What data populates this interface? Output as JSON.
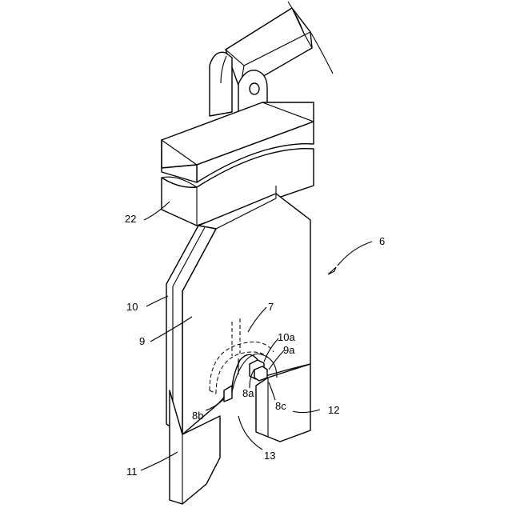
{
  "labels": {
    "l6": "6",
    "l7": "7",
    "l8a": "8a",
    "l8b": "8b",
    "l8c": "8c",
    "l9": "9",
    "l9a": "9a",
    "l10": "10",
    "l10a": "10a",
    "l11": "11",
    "l12": "12",
    "l13": "13",
    "l22": "22"
  }
}
